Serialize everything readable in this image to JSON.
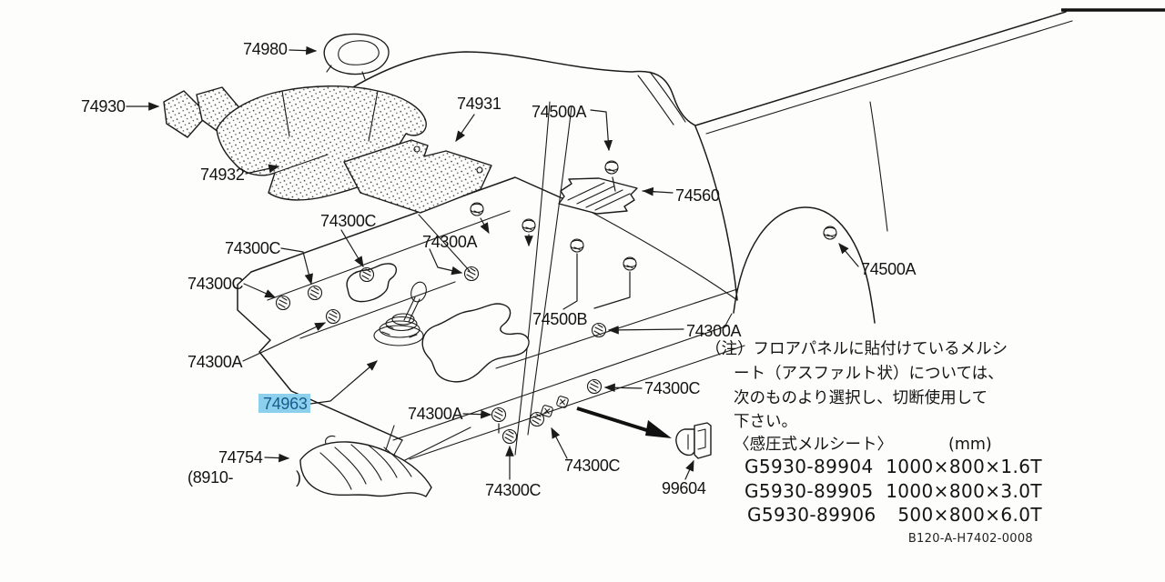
{
  "diagram": {
    "ink_color": "#1b1b1b",
    "background_color": "#fdfdfb",
    "highlight_bg_color": "#8dd0ee",
    "highlight_text_color": "#175c8c",
    "drawing_code": "B120-A-H7402-0008",
    "part_labels": [
      {
        "text": "74980",
        "highlighted": false
      },
      {
        "text": "74930",
        "highlighted": false
      },
      {
        "text": "74932",
        "highlighted": false
      },
      {
        "text": "74931",
        "highlighted": false
      },
      {
        "text": "74500A",
        "highlighted": false
      },
      {
        "text": "74560",
        "highlighted": false
      },
      {
        "text": "74500A",
        "highlighted": false
      },
      {
        "text": "74300C",
        "highlighted": false
      },
      {
        "text": "74300C",
        "highlighted": false
      },
      {
        "text": "74300C",
        "highlighted": false
      },
      {
        "text": "74300A",
        "highlighted": false
      },
      {
        "text": "74300A",
        "highlighted": false
      },
      {
        "text": "74963",
        "highlighted": true
      },
      {
        "text": "74500B",
        "highlighted": false
      },
      {
        "text": "74300A",
        "highlighted": false
      },
      {
        "text": "74300C",
        "highlighted": false
      },
      {
        "text": "74300A",
        "highlighted": false
      },
      {
        "text": "74300C",
        "highlighted": false
      },
      {
        "text": "74300C",
        "highlighted": false
      },
      {
        "text": "99604",
        "highlighted": false
      },
      {
        "text": "74754",
        "highlighted": false
      }
    ],
    "applicability": {
      "open": "(8910-",
      "close": ")"
    },
    "note": {
      "lines": [
        "（注）フロアパネルに貼付けているメルシ",
        "ート（アスファルト状）については、",
        "次のものより選択し、切断使用して",
        "下さい。",
        "〈感圧式メルシート〉"
      ],
      "unit": "(mm)"
    },
    "mel_sheet_table": {
      "rows": [
        {
          "part_no": "G5930-89904",
          "size": "1000×800×1.6T"
        },
        {
          "part_no": "G5930-89905",
          "size": "1000×800×3.0T"
        },
        {
          "part_no": "G5930-89906",
          "size": "500×800×6.0T"
        }
      ]
    }
  }
}
